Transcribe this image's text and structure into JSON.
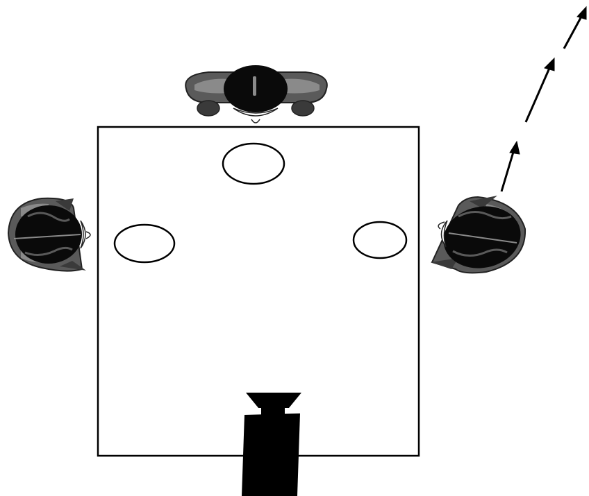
{
  "scene": {
    "background": "#ffffff",
    "line_color": "#000000",
    "table": {
      "fill": "#ffffff",
      "stroke": "#000000"
    },
    "plates": {
      "count": 3,
      "fill": "#ffffff",
      "stroke": "#000000"
    },
    "people": [
      {
        "role": "person-top",
        "facing": "down",
        "colors": {
          "hair": "#0a0a0a",
          "shoulders": "#5a5a5a",
          "shoulder_light": "#8a8a8a",
          "arms": "#3a3a3a",
          "skin": "#ffffff"
        }
      },
      {
        "role": "person-left",
        "facing": "right",
        "colors": {
          "hair": "#0a0a0a",
          "shoulders": "#5a5a5a",
          "shoulder_light": "#8a8a8a",
          "arms": "#3a3a3a",
          "skin": "#ffffff"
        }
      },
      {
        "role": "person-right",
        "facing": "left",
        "colors": {
          "hair": "#0a0a0a",
          "shoulders": "#5a5a5a",
          "shoulder_light": "#8a8a8a",
          "arms": "#3a3a3a",
          "skin": "#ffffff"
        }
      }
    ],
    "camera": {
      "color": "#000000"
    },
    "motion_path": {
      "segments": 3,
      "arrowheads": 3,
      "color": "#000000"
    }
  }
}
